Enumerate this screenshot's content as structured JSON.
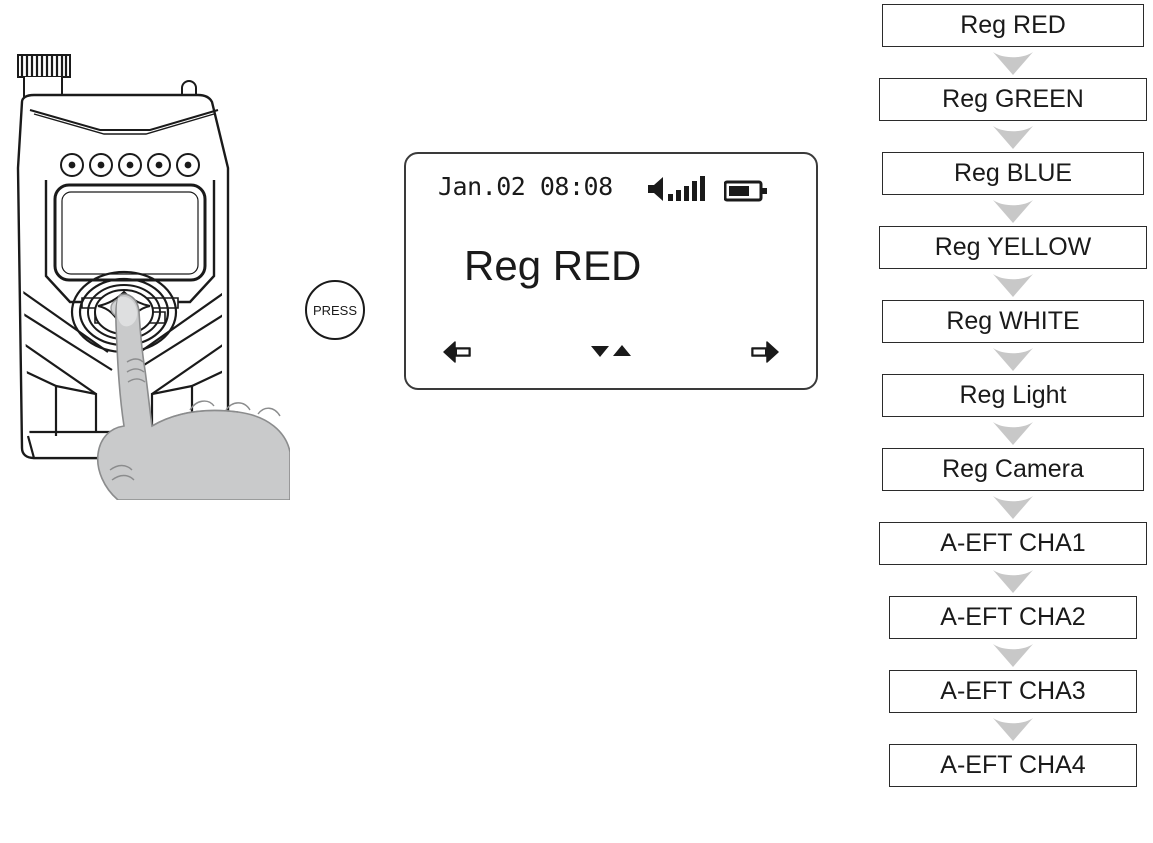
{
  "device": {
    "name": "handheld-game-caller-device",
    "description": "Line drawing of a handheld predator caller device with joystick being pressed by a hand",
    "hand_color": "#c9cacb",
    "outline_color": "#1a1a1a"
  },
  "press_badge": {
    "label": "PRESS"
  },
  "lcd": {
    "datetime": "Jan.02 08:08",
    "main_text": "Reg RED",
    "status_icons": {
      "speaker": "speaker-volume-icon",
      "battery": "battery-icon",
      "speaker_bars": 5,
      "battery_level_percent": 60
    },
    "nav": {
      "left_icon": "arrow-left-icon",
      "middle_icon_down": "triangle-down-icon",
      "middle_icon_up": "triangle-up-icon",
      "right_icon": "arrow-right-icon"
    },
    "border_color": "#3a3a3a",
    "text_color": "#1a1a1a"
  },
  "flowchart": {
    "arrow_color": "#c8c8c8",
    "box_border_color": "#2b2b2b",
    "items": [
      {
        "label": "Reg RED",
        "width": "w-mid"
      },
      {
        "label": "Reg GREEN",
        "width": "w-full"
      },
      {
        "label": "Reg BLUE",
        "width": "w-mid"
      },
      {
        "label": "Reg YELLOW",
        "width": "w-full"
      },
      {
        "label": "Reg WHITE",
        "width": "w-mid"
      },
      {
        "label": "Reg Light",
        "width": "w-mid"
      },
      {
        "label": "Reg Camera",
        "width": "w-mid"
      },
      {
        "label": "A-EFT CHA1",
        "width": "w-full"
      },
      {
        "label": "A-EFT CHA2",
        "width": "w-narrow"
      },
      {
        "label": "A-EFT CHA3",
        "width": "w-narrow"
      },
      {
        "label": "A-EFT CHA4",
        "width": "w-narrow"
      }
    ]
  }
}
